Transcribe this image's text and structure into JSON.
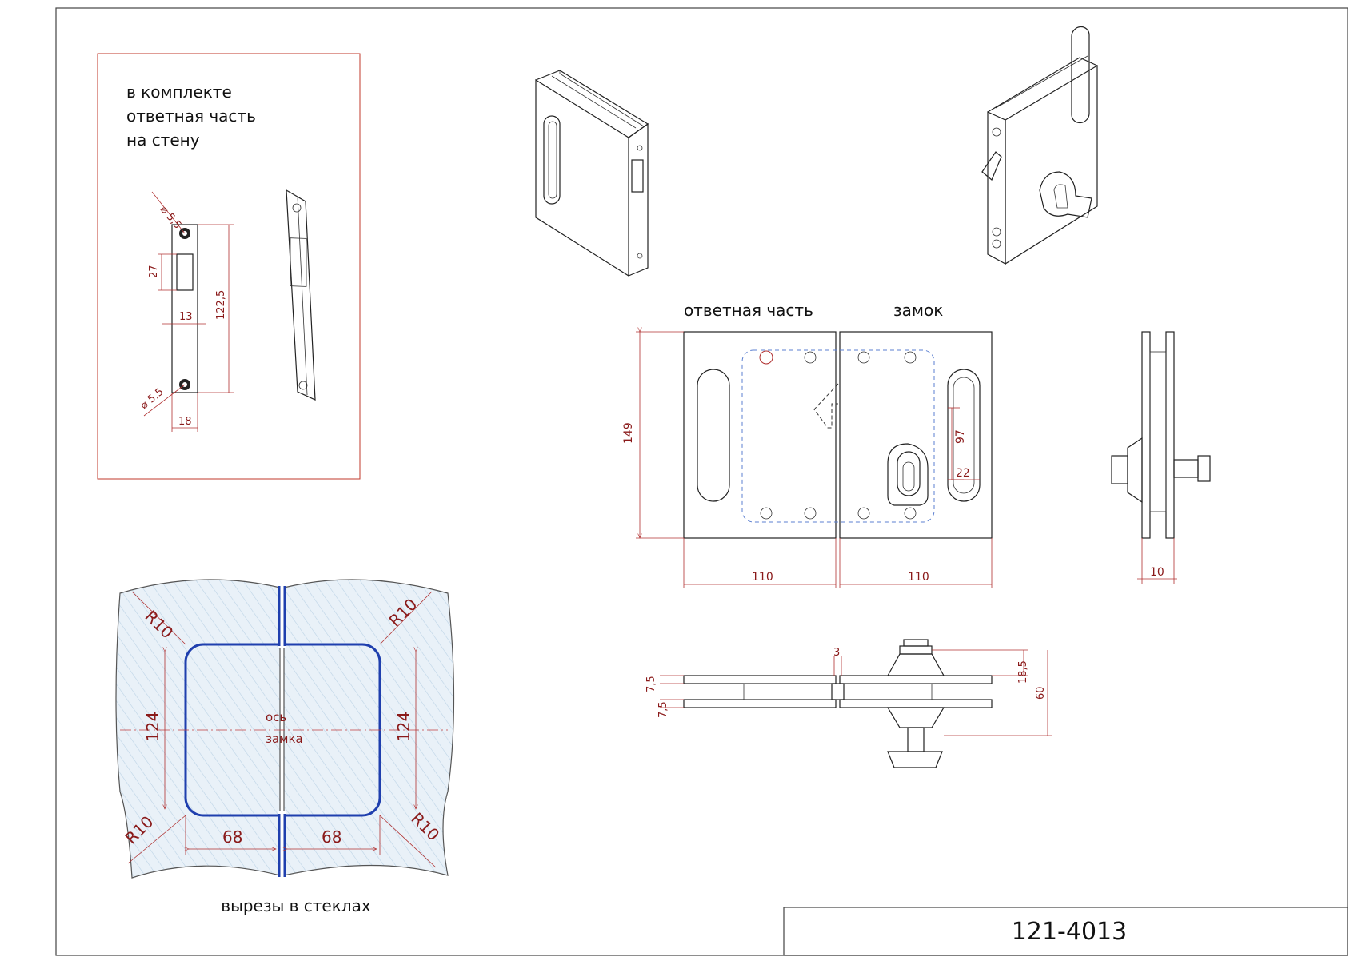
{
  "kit_note": {
    "line1": "в комплекте",
    "line2": "ответная часть",
    "line3": "на стену"
  },
  "strike_dims": {
    "d_top": "⌀ 5,5",
    "d_bottom": "⌀ 5,5",
    "h27": "27",
    "w13": "13",
    "h122": "122,5",
    "w18": "18"
  },
  "front_labels": {
    "strike": "ответная часть",
    "lock": "замок"
  },
  "front_dims": {
    "h149": "149",
    "w110_left": "110",
    "w110_right": "110",
    "h97": "97",
    "w22": "22",
    "side10": "10"
  },
  "plan_dims": {
    "gap3": "3",
    "t75a": "7,5",
    "t75b": "7,5",
    "h185": "18,5",
    "h60": "60"
  },
  "cutout": {
    "r_tl": "R10",
    "r_tr": "R10",
    "r_bl": "R10",
    "r_br": "R10",
    "h124_left": "124",
    "h124_right": "124",
    "w68_left": "68",
    "w68_right": "68",
    "axis1": "ось",
    "axis2": "замка",
    "caption": "вырезы в стеклах"
  },
  "title_block": {
    "code": "121-4013"
  },
  "colors": {
    "dimension": "#8a1a1a",
    "cutout_edge": "#1f3fae",
    "glass_hatch": "#cfe0ee",
    "frame_red": "#c0392b"
  }
}
